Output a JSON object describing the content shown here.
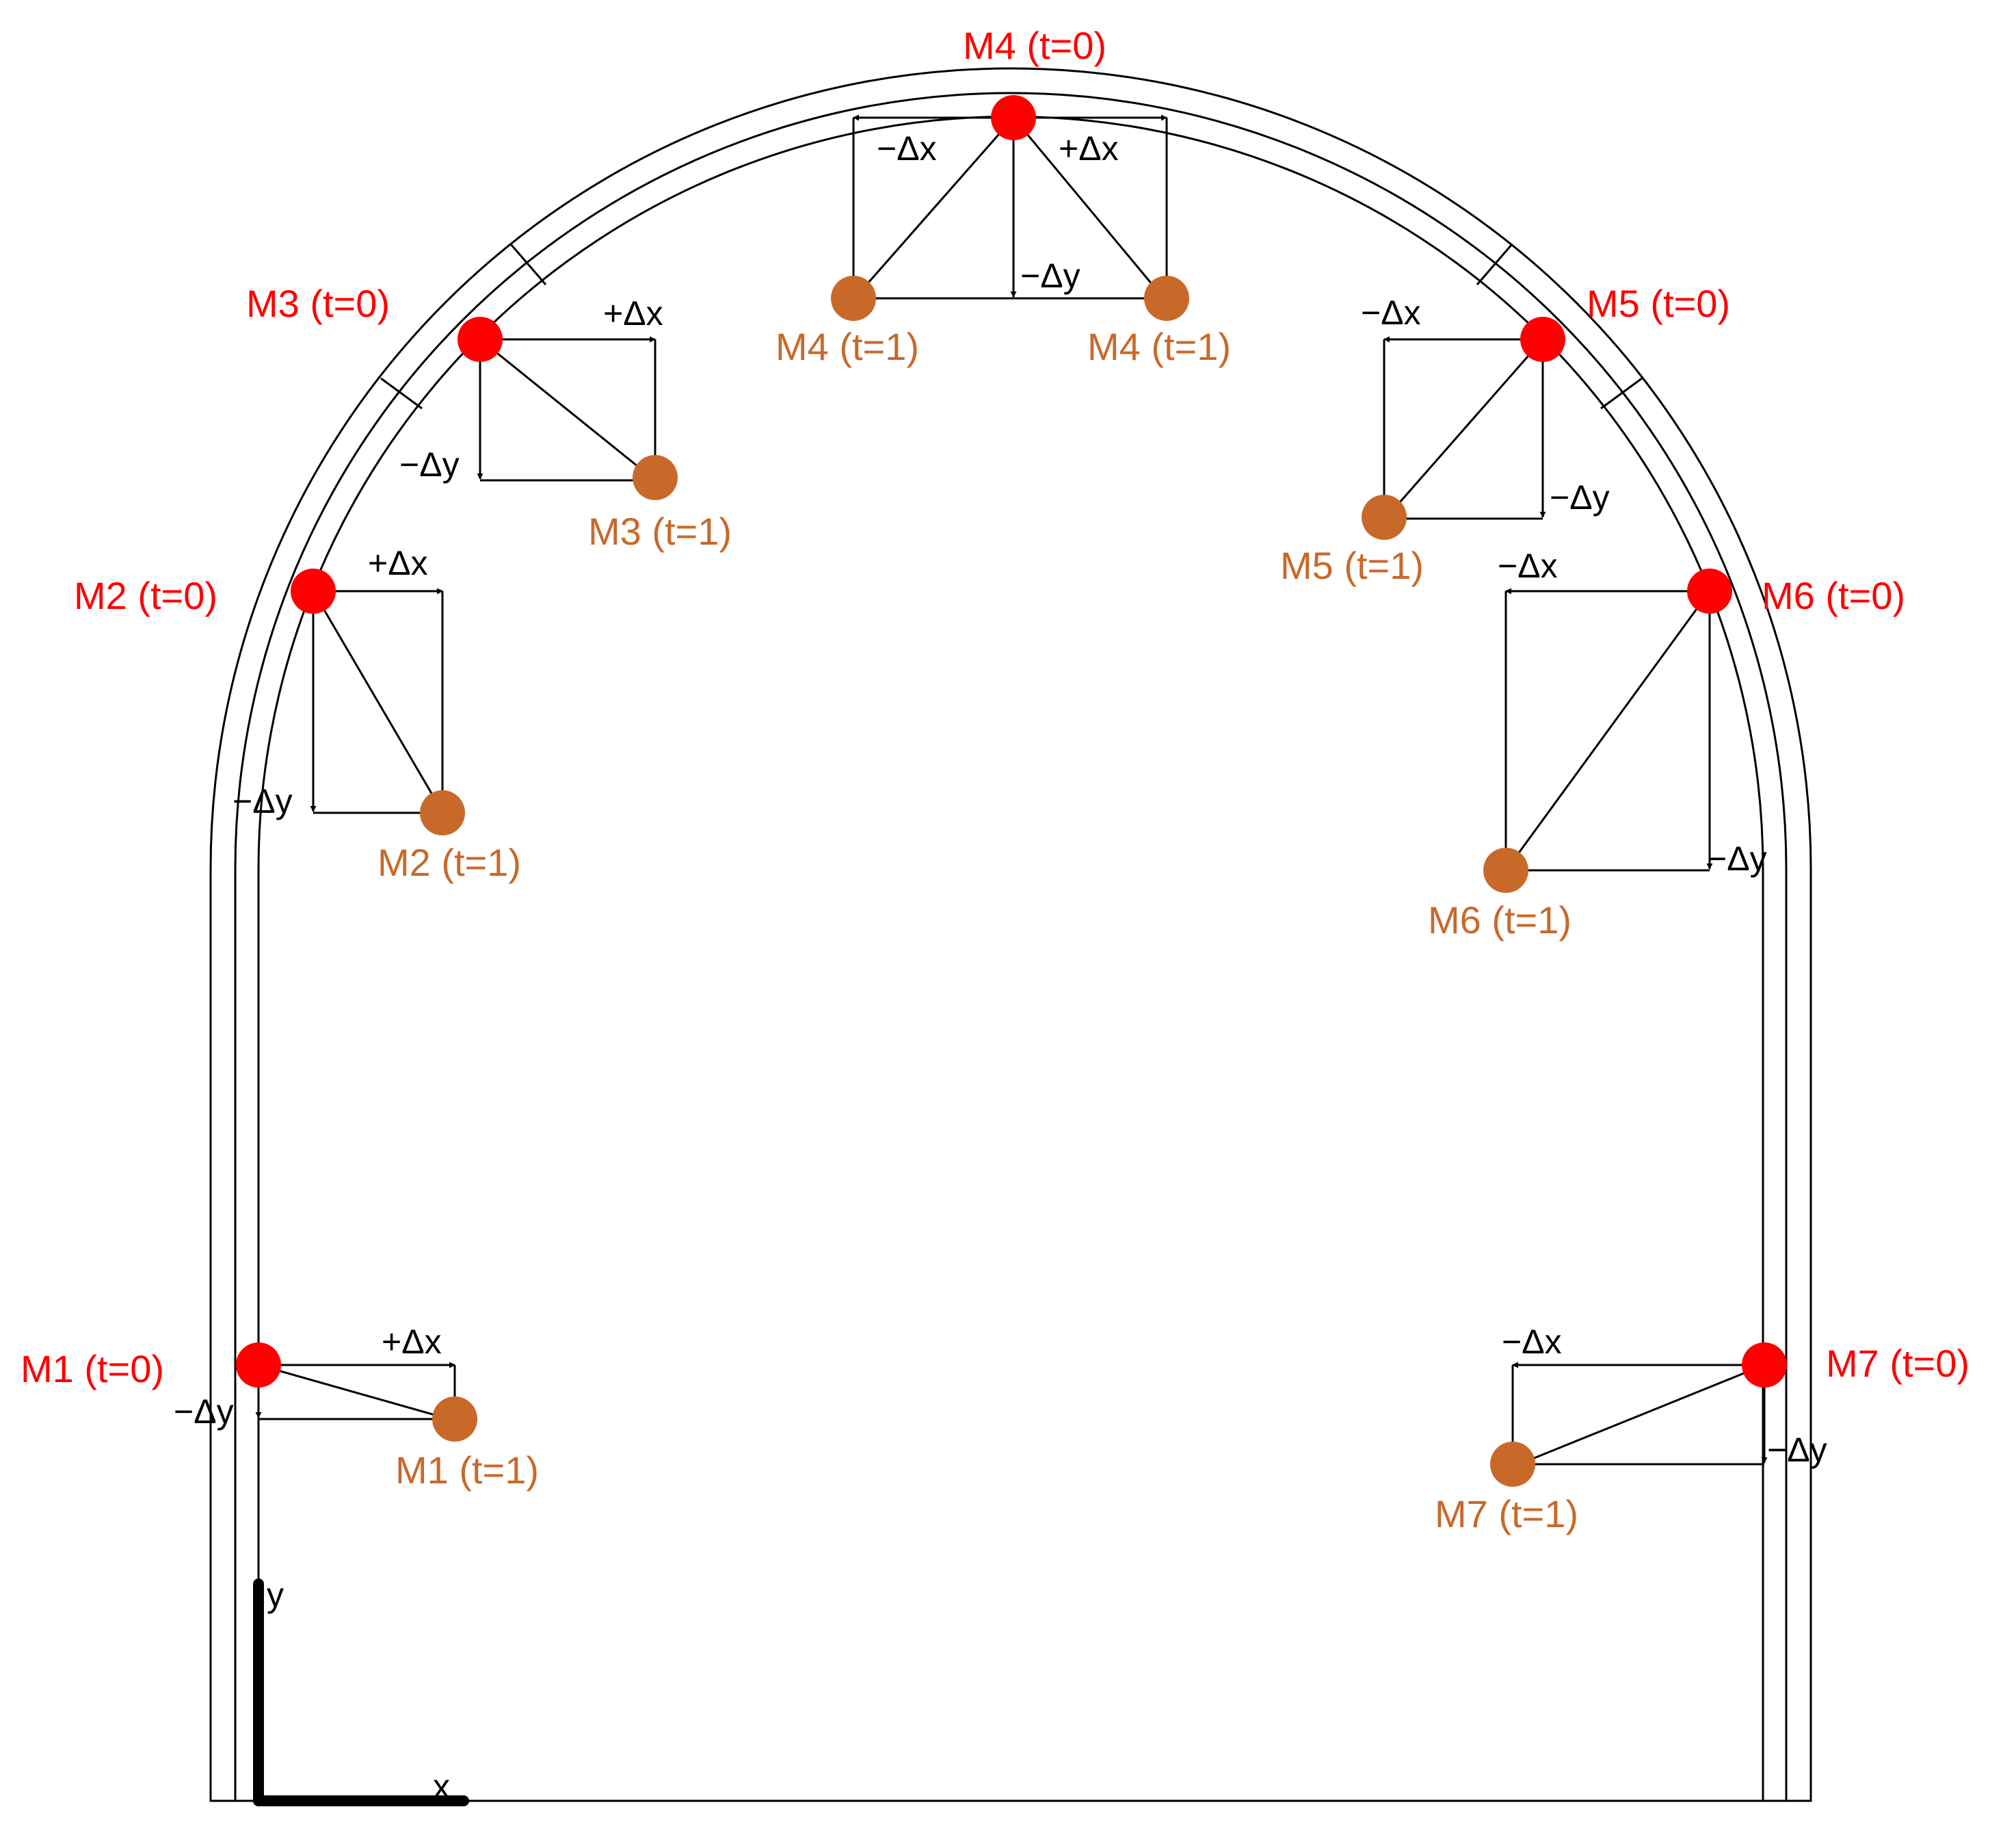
{
  "colors": {
    "initial": "#ff0000",
    "final": "#c8692a",
    "line": "#000000",
    "background": "#ffffff"
  },
  "points": [
    {
      "id": "M1",
      "t0_label": "M1 (t=0)",
      "t1_label": "M1 (t=1)",
      "dx_label": "+Δx",
      "dy_label": "−Δy"
    },
    {
      "id": "M2",
      "t0_label": "M2 (t=0)",
      "t1_label": "M2 (t=1)",
      "dx_label": "+Δx",
      "dy_label": "−Δy"
    },
    {
      "id": "M3",
      "t0_label": "M3 (t=0)",
      "t1_label": "M3 (t=1)",
      "dx_label": "+Δx",
      "dy_label": "−Δy"
    },
    {
      "id": "M4",
      "t0_label": "M4 (t=0)",
      "t1_label_left": "M4 (t=1)",
      "t1_label_right": "M4 (t=1)",
      "dx_left_label": "−Δx",
      "dx_right_label": "+Δx",
      "dy_label": "−Δy"
    },
    {
      "id": "M5",
      "t0_label": "M5 (t=0)",
      "t1_label": "M5 (t=1)",
      "dx_label": "−Δx",
      "dy_label": "−Δy"
    },
    {
      "id": "M6",
      "t0_label": "M6 (t=0)",
      "t1_label": "M6 (t=1)",
      "dx_label": "−Δx",
      "dy_label": "−Δy"
    },
    {
      "id": "M7",
      "t0_label": "M7 (t=0)",
      "t1_label": "M7 (t=1)",
      "dx_label": "−Δx",
      "dy_label": "−Δy"
    }
  ],
  "axes": {
    "x_label": "x",
    "y_label": "y"
  }
}
